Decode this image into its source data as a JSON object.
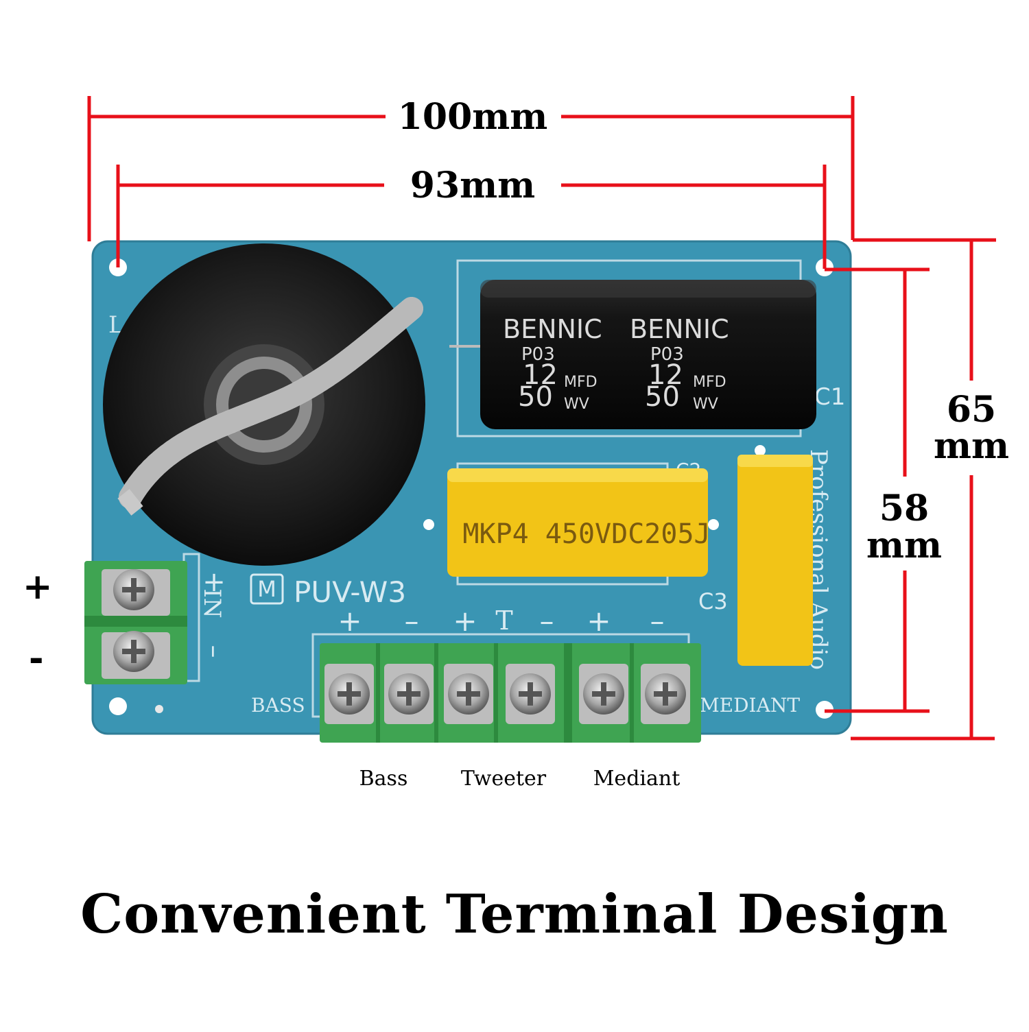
{
  "dimensions": {
    "width_outer": "100mm",
    "width_inner": "93mm",
    "height_outer_value": "65",
    "height_outer_unit": "mm",
    "height_inner_value": "58",
    "height_inner_unit": "mm"
  },
  "board": {
    "model": "PUV-W3",
    "logo_letter": "M",
    "brand_text": "Professional Audio",
    "inductor_label": "L",
    "cap1": {
      "brand": "BENNIC",
      "series": "P03",
      "capacitance": "12",
      "cap_unit": "MFD",
      "voltage": "50",
      "volt_unit": "WV",
      "ref": "C1"
    },
    "cap2": {
      "marking": "MKP4 450VDC205J",
      "ref": "C2"
    },
    "cap3": {
      "ref": "C3"
    },
    "silk_bass": "BASS",
    "silk_mediant": "MEDIANT",
    "silk_in": "IN",
    "silk_plus": "+",
    "silk_minus": "–",
    "silk_t": "T"
  },
  "input_signs": {
    "plus": "+",
    "minus": "-"
  },
  "terminals": [
    "Bass",
    "Tweeter",
    "Mediant"
  ],
  "headline": "Convenient Terminal Design",
  "colors": {
    "dimension_line": "#e8101a",
    "pcb": "#3a95b3",
    "terminal_green": "#3fa452",
    "capacitor_yellow": "#f2c417"
  }
}
